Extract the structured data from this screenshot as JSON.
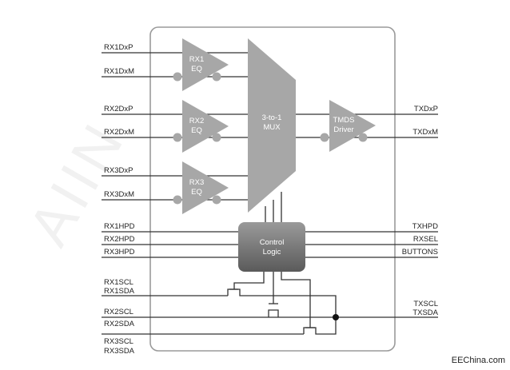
{
  "blocks": {
    "eq1": [
      "RX1",
      "EQ"
    ],
    "eq2": [
      "RX2",
      "EQ"
    ],
    "eq3": [
      "RX3",
      "EQ"
    ],
    "mux": [
      "3-to-1",
      "MUX"
    ],
    "driver": [
      "TMDS",
      "Driver"
    ],
    "control": [
      "Control",
      "Logic"
    ]
  },
  "left_pins": {
    "rx1dxp": "RX1DxP",
    "rx1dxm": "RX1DxM",
    "rx2dxp": "RX2DxP",
    "rx2dxm": "RX2DxM",
    "rx3dxp": "RX3DxP",
    "rx3dxm": "RX3DxM",
    "rx1hpd": "RX1HPD",
    "rx2hpd": "RX2HPD",
    "rx3hpd": "RX3HPD",
    "rx1scl": "RX1SCL",
    "rx1sda": "RX1SDA",
    "rx2scl": "RX2SCL",
    "rx2sda": "RX2SDA",
    "rx3scl": "RX3SCL",
    "rx3sda": "RX3SDA"
  },
  "right_pins": {
    "txdxp": "TXDxP",
    "txdxm": "TXDxM",
    "txhpd": "TXHPD",
    "rxsel": "RXSEL",
    "buttons": "BUTTONS",
    "txscl": "TXSCL",
    "txsda": "TXSDA"
  },
  "watermark": "AIIN",
  "credit": "EEChina.com",
  "colors": {
    "chip_border": "#9a9a9a",
    "block_fill": "#a7a7a7",
    "control_fill": "#6f6f6f",
    "wire": "#333333"
  }
}
